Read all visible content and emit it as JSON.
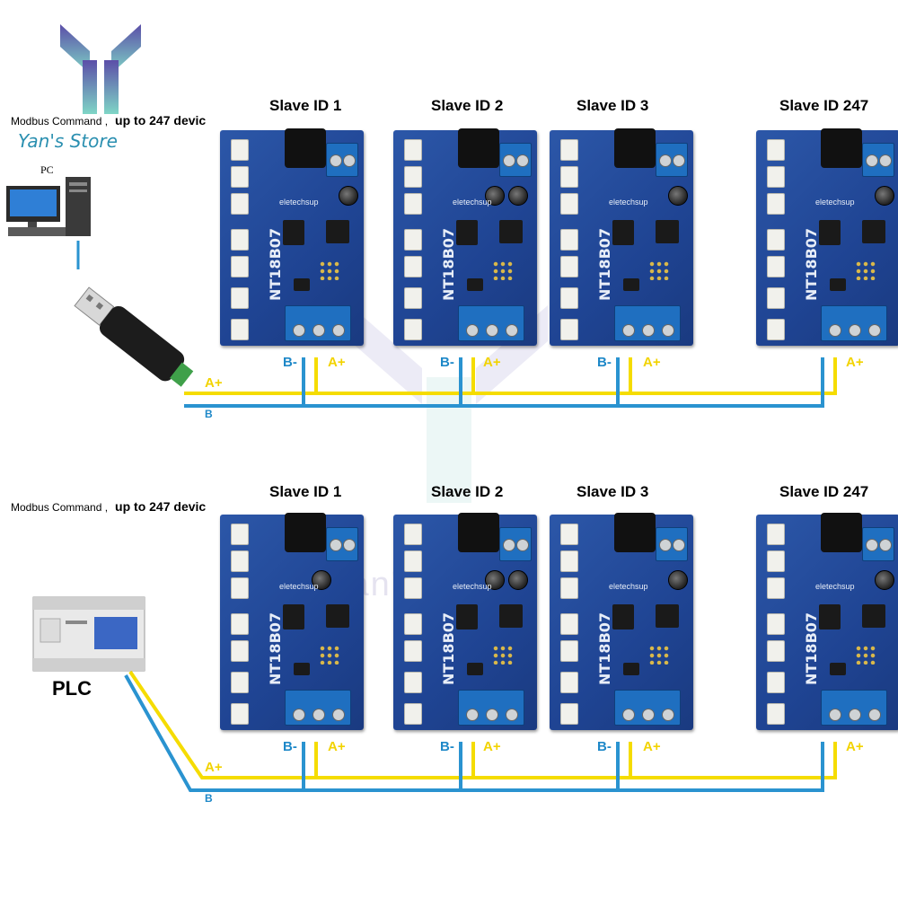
{
  "store": {
    "name": "Yan's Store"
  },
  "sections": [
    {
      "id": "top",
      "command_label": "Modbus Command ,",
      "capacity_label": "up to 247 devic",
      "master_label": "PC",
      "adapter_side_labels": {
        "a": "A+",
        "b": "B"
      }
    },
    {
      "id": "bottom",
      "command_label": "Modbus Command ,",
      "capacity_label": "up to 247 devic",
      "master_label": "PLC",
      "adapter_side_labels": {
        "a": "A+",
        "b": "B"
      }
    }
  ],
  "slaves": [
    {
      "title": "Slave ID 1",
      "b_label": "B-",
      "a_label": "A+"
    },
    {
      "title": "Slave ID 2",
      "b_label": "B-",
      "a_label": "A+"
    },
    {
      "title": "Slave ID 3",
      "b_label": "B-",
      "a_label": "A+"
    },
    {
      "title": "Slave ID 247",
      "b_label": "",
      "a_label": "A+"
    }
  ],
  "board": {
    "brand": "eletechsup",
    "model": "NT18B07"
  },
  "colors": {
    "wire_a": "#f5dc00",
    "wire_b": "#2a93d0",
    "pcb": "#1f4493",
    "logo_top": "#5b4ea8",
    "logo_bottom": "#7fd6c6"
  }
}
